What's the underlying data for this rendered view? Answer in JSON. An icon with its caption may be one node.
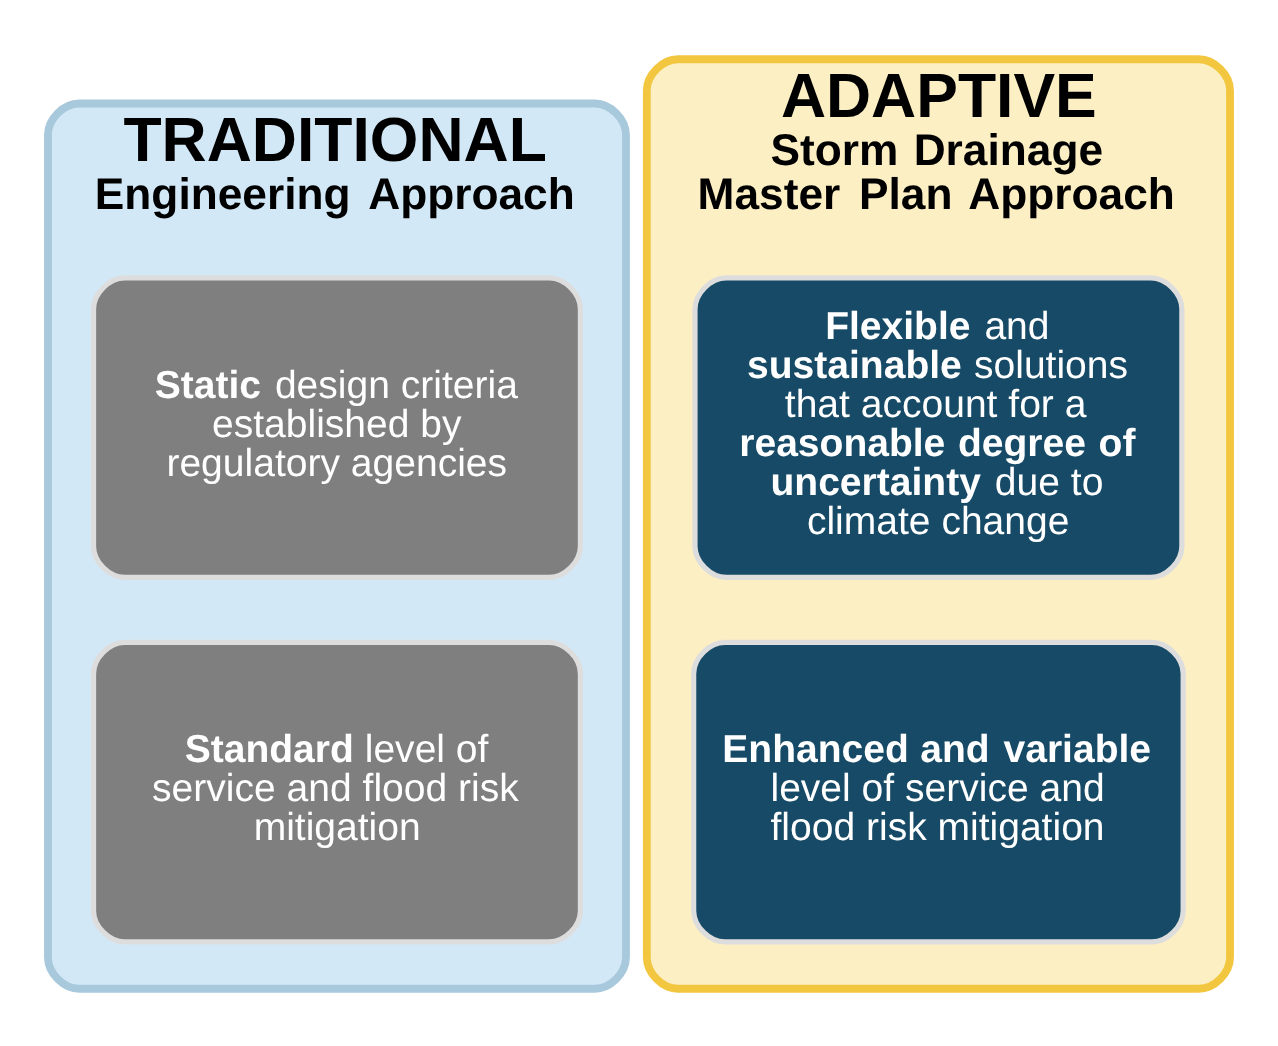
{
  "diagram": {
    "nodes": [
      {
        "text": [
          "TRADITIONAL",
          "Engineering Approach"
        ]
      },
      {
        "text": [
          "**Static** design criteria established by regulatory agencies"
        ],
        "in": 0
      },
      {
        "text": [
          "**Standard** level of service and flood risk mitigation"
        ],
        "in": 0
      },
      {
        "text": [
          "ADAPTIVE",
          "Storm Drainage Master Plan Approach"
        ]
      },
      {
        "text": [
          "**Flexible** and **sustainable** solutions that account for a **reasonable degree of uncertainty** due to climate change"
        ],
        "in": 3
      },
      {
        "text": [
          "**Enhanced and variable** level of service and flood risk mitigation"
        ],
        "in": 3
      }
    ],
    "edges": []
  }
}
